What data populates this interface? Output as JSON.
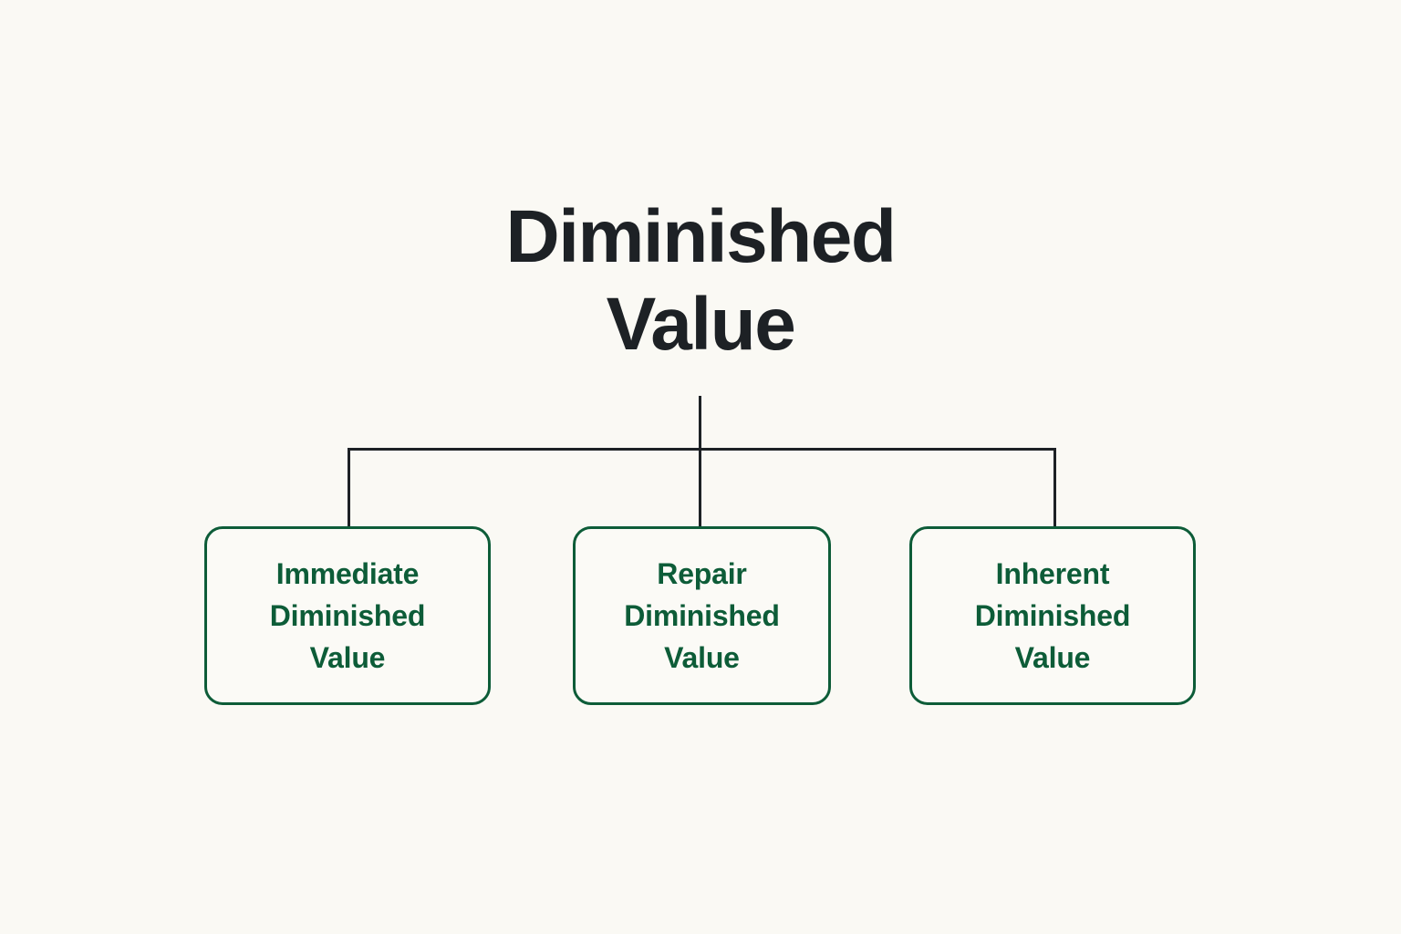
{
  "diagram": {
    "type": "hierarchy-tree",
    "background_color": "#faf9f4",
    "root": {
      "label": "Diminished\nValue",
      "color": "#1d2125"
    },
    "connector": {
      "color": "#1d2125",
      "style": "orthogonal-elbow"
    },
    "children": [
      {
        "id": "immediate-diminished-value",
        "label": "Immediate\nDiminished\nValue",
        "border_color": "#0d5c38",
        "text_color": "#0d5c38",
        "fill_color": "#fbfaf6"
      },
      {
        "id": "repair-diminished-value",
        "label": "Repair\nDiminished\nValue",
        "border_color": "#0d5c38",
        "text_color": "#0d5c38",
        "fill_color": "#fbfaf6"
      },
      {
        "id": "inherent-diminished-value",
        "label": "Inherent\nDiminished\nValue",
        "border_color": "#0d5c38",
        "text_color": "#0d5c38",
        "fill_color": "#fbfaf6"
      }
    ]
  }
}
